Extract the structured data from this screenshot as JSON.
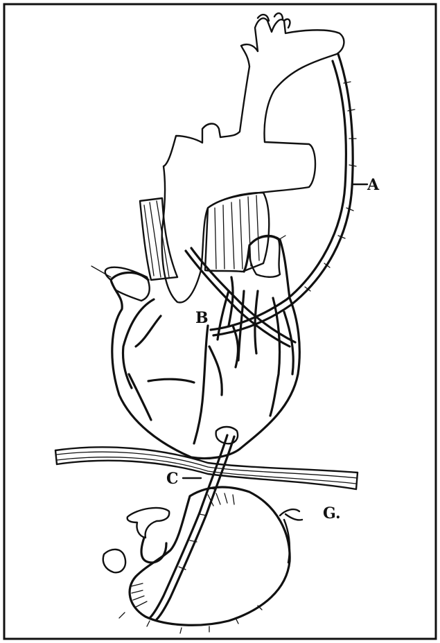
{
  "figure": {
    "labels": {
      "a": "A",
      "b": "B",
      "c": "C",
      "g": "G."
    }
  },
  "colors": {
    "ink": "#111111",
    "paper": "#ffffff"
  }
}
